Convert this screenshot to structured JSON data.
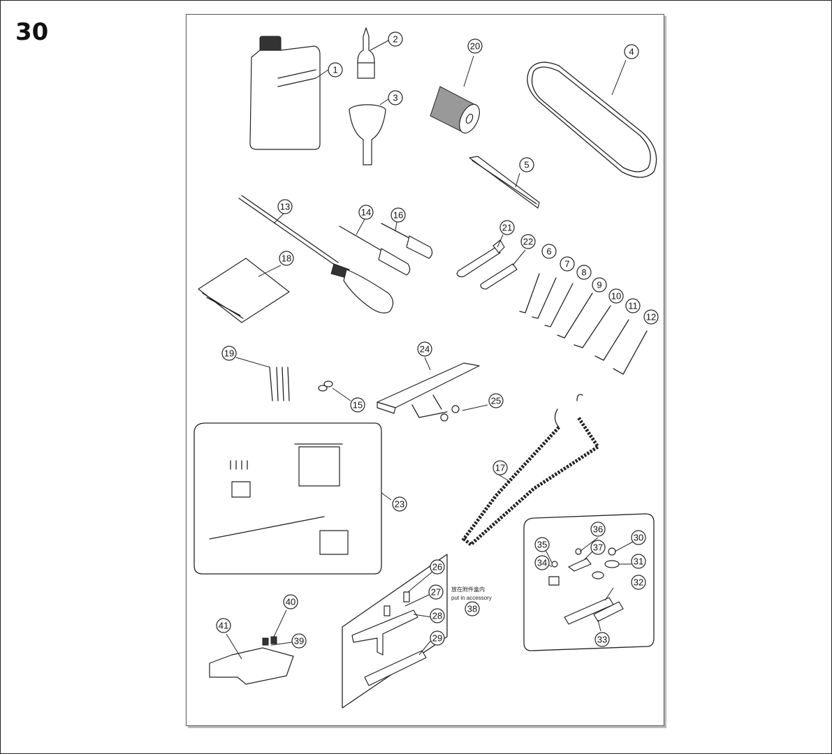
{
  "page_number": "30",
  "accessory_note": {
    "line1": "放在附件盒内",
    "line2": "put in accessory"
  },
  "callouts": [
    "1",
    "2",
    "3",
    "4",
    "5",
    "6",
    "7",
    "8",
    "9",
    "10",
    "11",
    "12",
    "13",
    "14",
    "15",
    "16",
    "17",
    "18",
    "19",
    "20",
    "21",
    "22",
    "23",
    "24",
    "25",
    "26",
    "27",
    "28",
    "29",
    "30",
    "31",
    "32",
    "33",
    "34",
    "35",
    "36",
    "37",
    "38",
    "39",
    "40",
    "41"
  ]
}
